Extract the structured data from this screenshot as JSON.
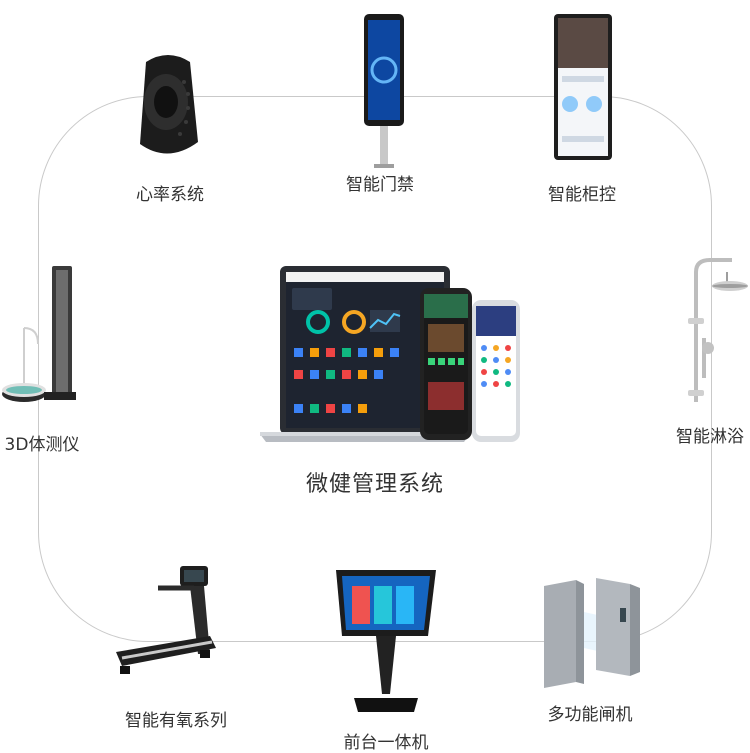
{
  "center": {
    "label": "微健管理系统"
  },
  "nodes": [
    {
      "label": "心率系统",
      "icon": "heart-rate-armband-icon"
    },
    {
      "label": "智能门禁",
      "icon": "face-access-terminal-icon"
    },
    {
      "label": "智能柜控",
      "icon": "locker-control-panel-icon"
    },
    {
      "label": "智能淋浴",
      "icon": "shower-head-icon"
    },
    {
      "label": "多功能闸机",
      "icon": "speed-gate-icon"
    },
    {
      "label": "前台一体机",
      "icon": "front-desk-kiosk-icon"
    },
    {
      "label": "智能有氧系列",
      "icon": "treadmill-icon"
    },
    {
      "label": "3D体测仪",
      "icon": "body-scanner-icon"
    }
  ],
  "colors": {
    "loop": "#c9c9c9",
    "text": "#333333",
    "screen_dark": "#1b1f2a",
    "accent_blue": "#1976d2"
  }
}
